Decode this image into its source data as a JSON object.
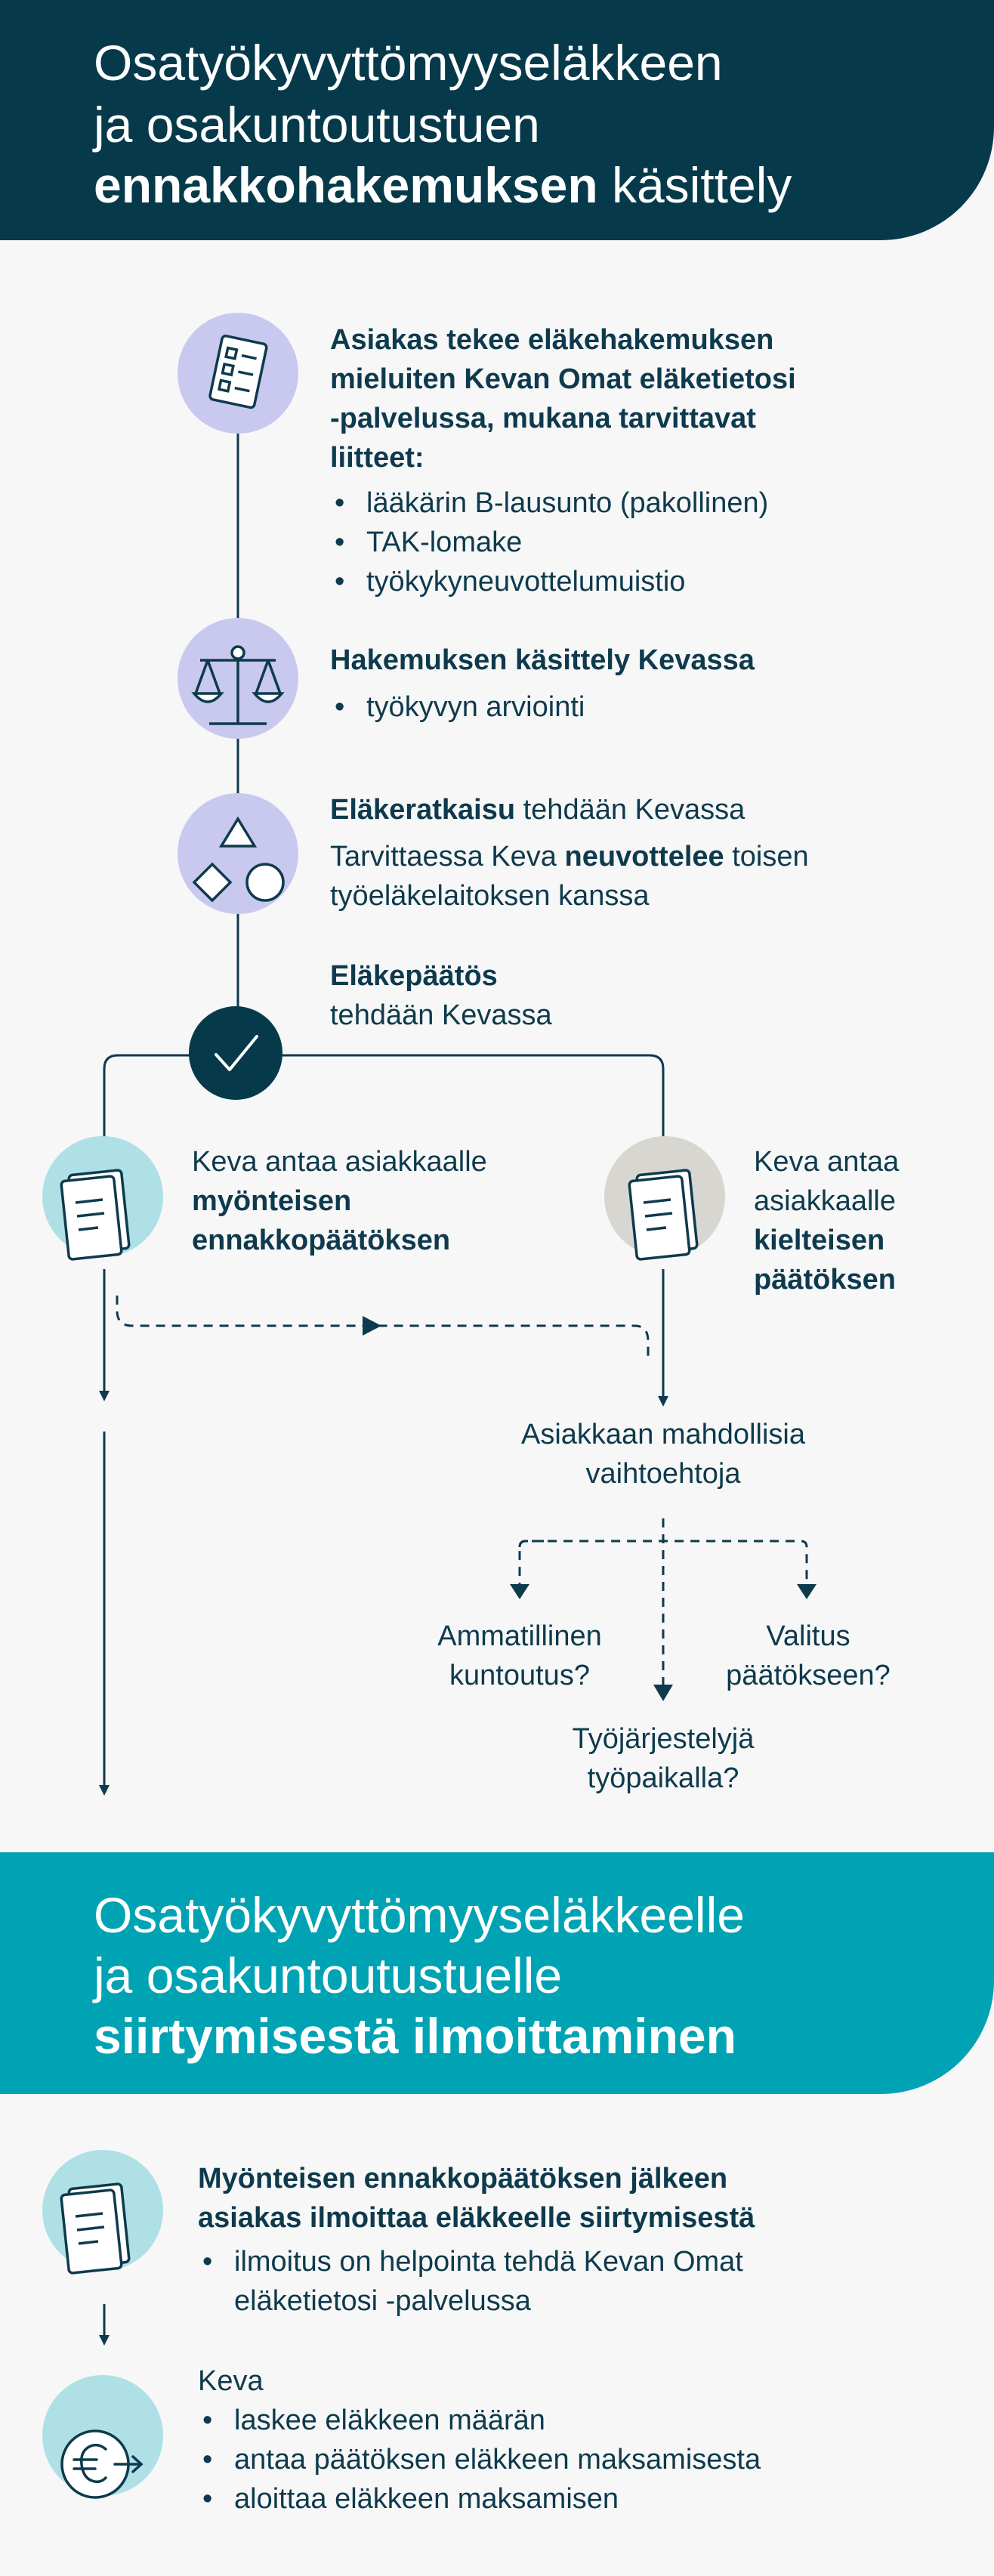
{
  "header1": {
    "line1": "Osatyökyvyttömyyseläkkeen",
    "line2": "ja osakuntoutustuen",
    "line3_bold": "ennakkohakemuksen",
    "line3_rest": " käsittely"
  },
  "step1": {
    "title": [
      "Asiakas tekee eläkehakemuksen",
      "mieluiten Kevan Omat eläketietosi",
      "-palvelussa, mukana tarvittavat",
      "liitteet:"
    ],
    "bullets": [
      "lääkärin B-lausunto (pakollinen)",
      "TAK-lomake",
      "työkykyneuvottelumuistio"
    ],
    "icon": "document-list-icon"
  },
  "step2": {
    "title": "Hakemuksen käsittely Kevassa",
    "bullets": [
      "työkyvyn arviointi"
    ],
    "icon": "scales-icon"
  },
  "step3": {
    "title_bold": "Eläkeratkaisu",
    "title_rest": " tehdään Kevassa",
    "line2_pre": "Tarvittaessa Keva ",
    "line2_bold": "neuvottelee",
    "line2_post": " toisen",
    "line3": "työeläkelaitoksen kanssa",
    "icon": "shapes-icon"
  },
  "decision": {
    "title": "Eläkepäätös",
    "subtitle": "tehdään Kevassa",
    "icon": "checkmark-icon"
  },
  "positive": {
    "line1": "Keva antaa asiakkaalle",
    "line2": "myönteisen",
    "line3": "ennakkopäätöksen",
    "icon": "documents-icon"
  },
  "negative": {
    "line1": "Keva antaa",
    "line2": "asiakkaalle",
    "line3": "kielteisen",
    "line4": "päätöksen",
    "icon": "documents-icon"
  },
  "options": {
    "title1": "Asiakkaan mahdollisia",
    "title2": "vaihtoehtoja",
    "a1": "Ammatillinen",
    "a2": "kuntoutus?",
    "b1": "Valitus",
    "b2": "päätökseen?",
    "c1": "Työjärjestelyjä",
    "c2": "työpaikalla?"
  },
  "header2": {
    "line1": "Osatyökyvyttömyyseläkkeelle",
    "line2": "ja osakuntoutustuelle",
    "line3_bold": "siirtymisestä ilmoittaminen"
  },
  "notify": {
    "title1": "Myönteisen ennakkopäätöksen jälkeen",
    "title2": "asiakas ilmoittaa eläkkeelle siirtymisestä",
    "bullet1a": "ilmoitus on helpointa tehdä Kevan Omat",
    "bullet1b": "eläketietosi -palvelussa",
    "icon": "documents-icon"
  },
  "keva": {
    "title": "Keva",
    "bullets": [
      "laskee eläkkeen määrän",
      "antaa päätöksen eläkkeen maksamisesta",
      "aloittaa eläkkeen maksamisen"
    ],
    "icon": "euro-arrow-icon"
  },
  "colors": {
    "dark": "#063a4b",
    "teal": "#00a3b4",
    "lavender": "#c9c8ef",
    "lightblue": "#aee0e6",
    "grey": "#d8d6d0"
  }
}
